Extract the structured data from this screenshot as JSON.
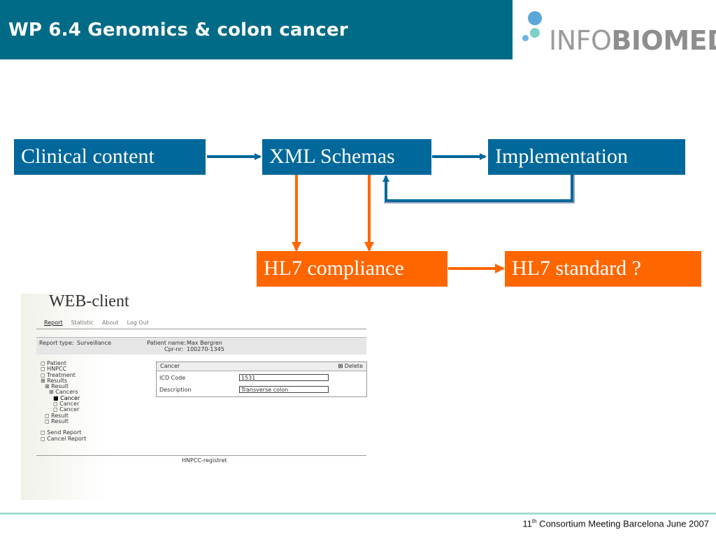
{
  "header": {
    "title": "WP 6.4 Genomics & colon cancer",
    "logo_part1": "INFO",
    "logo_part2": "BIOMED"
  },
  "diagram": {
    "clinical_content": "Clinical content",
    "xml_schemas": "XML Schemas",
    "implementation": "Implementation",
    "hl7_compliance": "HL7 compliance",
    "hl7_standard": "HL7 standard ?"
  },
  "web_client": {
    "label": "WEB-client",
    "menu": [
      "Report",
      "Statistic",
      "About",
      "Log Out"
    ],
    "report_type_label": "Report type:",
    "report_type_value": "Surveillance",
    "patient_name_label": "Patient name:",
    "patient_name_value": "Max Bergren",
    "cpr_label": "Cpr-nr:",
    "cpr_value": "100270-1345",
    "tree": [
      "◻ Patient",
      "◻ HNPCC",
      "◻ Treatment",
      "⊞ Results",
      "⊞ Result",
      "⊞ Cancers",
      "■ Cancer",
      "◻ Cancer",
      "◻ Cancer",
      "◻ Result",
      "◻ Result",
      "",
      "◻ Send Report",
      "◻ Cancel Report"
    ],
    "panel_title": "Cancer",
    "delete_label": "Delete",
    "icd_label": "ICD Code",
    "icd_value": "1531",
    "description_label": "Description",
    "description_value": "Transverse colon",
    "footer": "HNPCC-registret"
  },
  "footer": {
    "number": "11",
    "superscript": "th",
    "text": " Consortium Meeting  Barcelona June 2007"
  },
  "colors": {
    "header_bg": "#006b86",
    "blue_box": "#00689a",
    "orange_box": "#ff6600",
    "footer_line": "#a6d9d0"
  }
}
